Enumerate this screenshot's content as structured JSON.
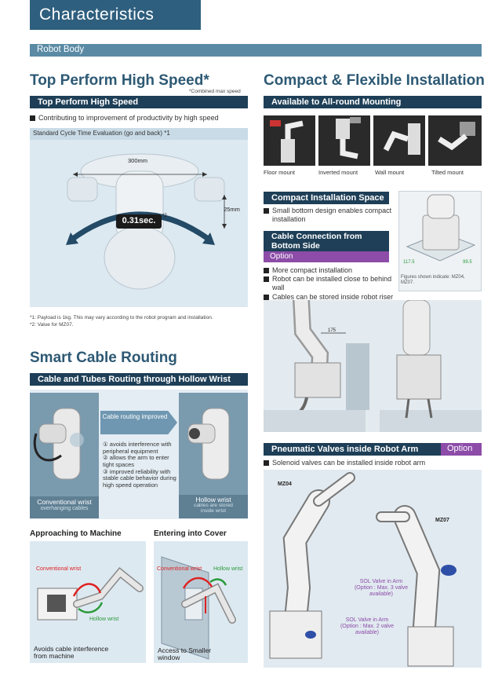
{
  "header": {
    "title": "Characteristics",
    "subtitle": "Robot Body"
  },
  "left": {
    "speed": {
      "heading": "Top Perform High Speed*",
      "heading_note": "*Combined max speed",
      "bar": "Top Perform High Speed",
      "bullet": "Contributing to improvement of productivity by high speed",
      "panel_title": "Standard Cycle Time Evaluation (go and back) *1",
      "dim_width": "300mm",
      "dim_height": "25mm",
      "cycle_time": "0.31sec.",
      "cycle_note": "*2",
      "footnote1": "*1: Payload is 1kg. This may vary according to the robot program and installation.",
      "footnote2": "*2: Value for MZ07."
    },
    "cable": {
      "heading": "Smart Cable Routing",
      "bar": "Cable and Tubes Routing through Hollow Wrist",
      "arrow_label": "Cable routing improved",
      "benefits": [
        "① avoids interference with peripheral equipment",
        "② allows the arm to enter tight spaces",
        "③ improved reliability with stable cable behavior during high speed operation"
      ],
      "conventional_title": "Conventional wrist",
      "conventional_sub": "overhanging cables",
      "hollow_title": "Hollow wrist",
      "hollow_sub": "cables are stored inside wrist",
      "approach_title": "Approaching to Machine",
      "approach_conv": "Conventional wrist",
      "approach_hollow": "Hollow wrist",
      "approach_caption": "Avoids cable interference from machine",
      "cover_title": "Entering into Cover",
      "cover_conv": "Conventional wrist",
      "cover_hollow": "Hollow wrist",
      "cover_caption": "Access to Smaller window"
    }
  },
  "right": {
    "install": {
      "heading": "Compact & Flexible Installation",
      "bar": "Available to All-round Mounting",
      "mounts": [
        "Floor mount",
        "Inverted mount",
        "Wall mount",
        "Tilted mount"
      ],
      "compact_bar": "Compact Installation Space",
      "compact_bullet": "Small bottom design enables compact installation",
      "cable_bar": "Cable Connection from Bottom Side",
      "option_label": "Option",
      "cable_bullets": [
        "More compact installation",
        "Robot can be installed close to behind wall",
        "Cables can be stored inside robot riser"
      ],
      "figures_note": "Figures shown indicate: MZ04, MZ07.",
      "dim_a": "117.5",
      "dim_b": "99.5",
      "dim_side": "175"
    },
    "pneumatic": {
      "bar": "Pneumatic Valves inside Robot Arm",
      "option_label": "Option",
      "bullet": "Solenoid valves can be installed inside robot arm",
      "model_left": "MZ04",
      "model_right": "MZ07",
      "valve_right": "SOL Valve in Arm (Option : Max. 3 valve available)",
      "valve_left": "SOL Valve in Arm (Option : Max. 2 valve available)"
    }
  }
}
